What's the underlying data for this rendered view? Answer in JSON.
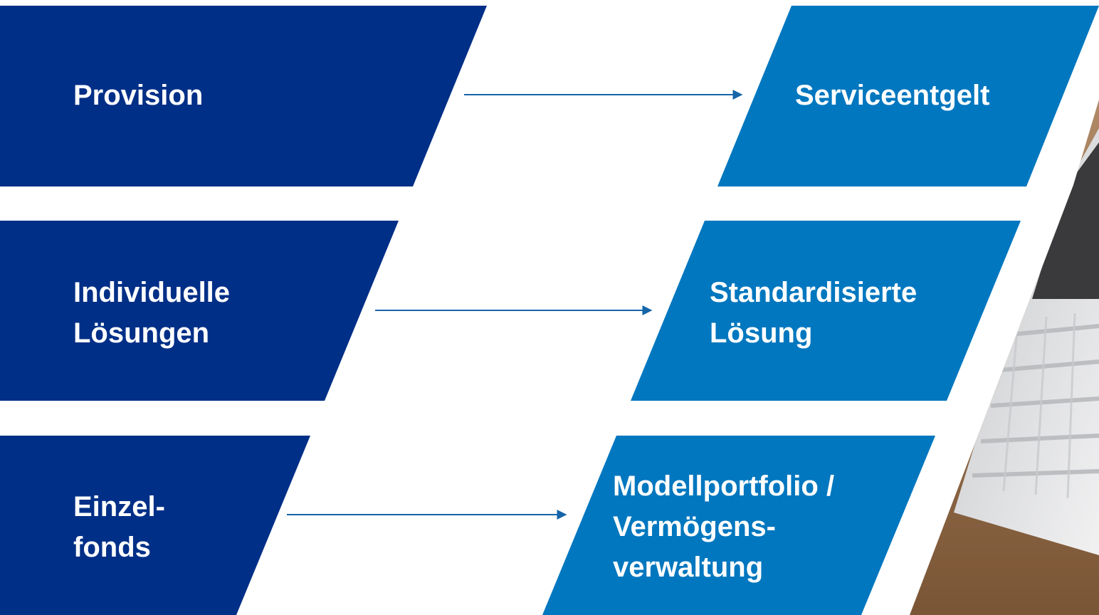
{
  "colors": {
    "left_boxes": "#002F87",
    "right_boxes": "#0077BF",
    "arrow": "#1565A8",
    "background": "#ffffff"
  },
  "rows": [
    {
      "from": "Provision",
      "to": "Serviceentgelt"
    },
    {
      "from": "Individuelle\nLösungen",
      "to": "Standardisierte\nLösung"
    },
    {
      "from": "Einzel-\nfonds",
      "to": "Modellportfolio /\nVermögens-\nverwaltung"
    }
  ],
  "photo": {
    "icon": "laptop-keyboard-photo"
  }
}
